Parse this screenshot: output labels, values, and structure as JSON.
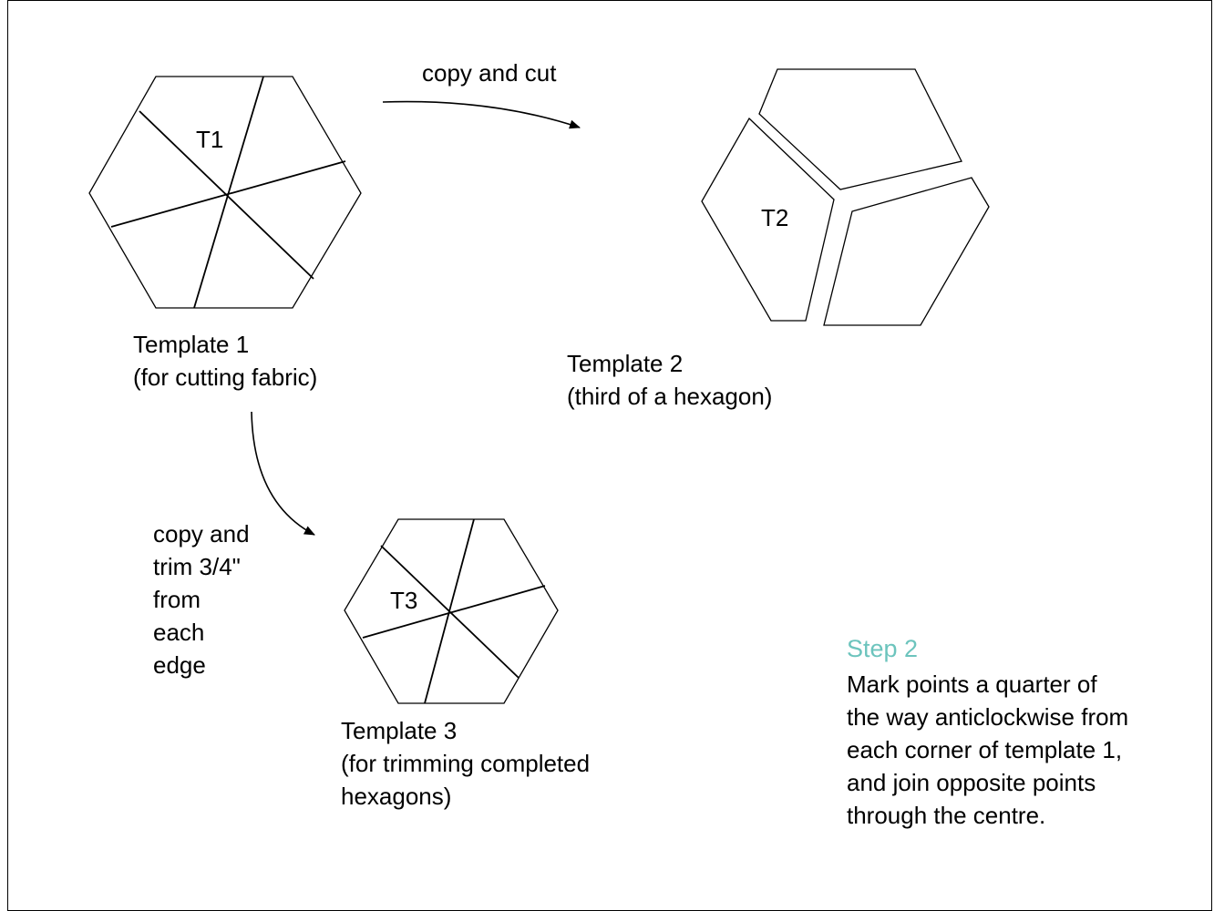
{
  "arrows": {
    "copy_cut_label": "copy and cut",
    "copy_trim_label": "copy and\ntrim 3/4\"\nfrom\neach\nedge"
  },
  "templates": {
    "t1": {
      "tag": "T1",
      "caption": "Template 1\n(for cutting fabric)"
    },
    "t2": {
      "tag": "T2",
      "caption": "Template 2\n(third of a hexagon)"
    },
    "t3": {
      "tag": "T3",
      "caption": "Template 3\n(for trimming completed\nhexagons)"
    }
  },
  "step": {
    "title": "Step 2",
    "text": "Mark points a quarter of\nthe way anticlockwise from\neach corner of template 1,\nand join opposite points\nthrough the centre."
  },
  "colors": {
    "step_title": "#6cc4bd",
    "line": "#000000"
  }
}
